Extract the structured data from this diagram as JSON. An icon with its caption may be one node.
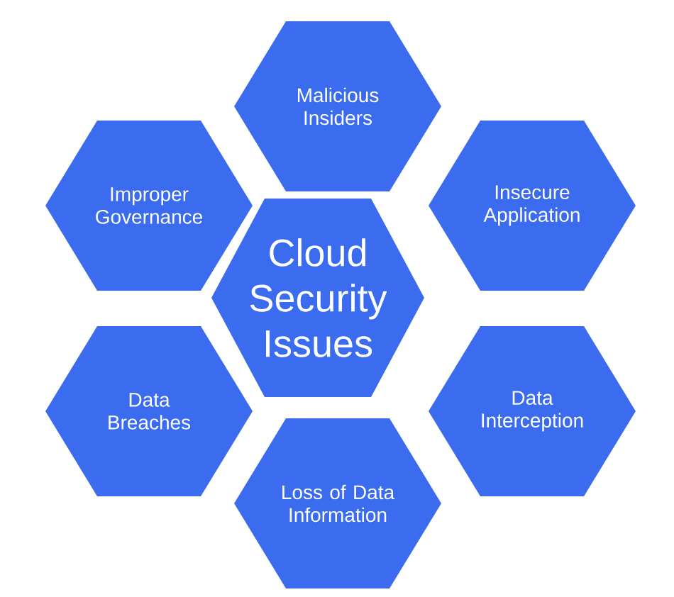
{
  "diagram": {
    "nodes": [
      {
        "text": [
          "Malicious Insiders"
        ]
      },
      {
        "text": [
          "Improper Governance"
        ]
      },
      {
        "text": [
          "Insecure Application"
        ]
      },
      {
        "text": [
          "Cloud Security Issues"
        ]
      },
      {
        "text": [
          "Data Breaches"
        ]
      },
      {
        "text": [
          "Data Interception"
        ]
      },
      {
        "text": [
          "Loss of Data Information"
        ]
      }
    ]
  }
}
